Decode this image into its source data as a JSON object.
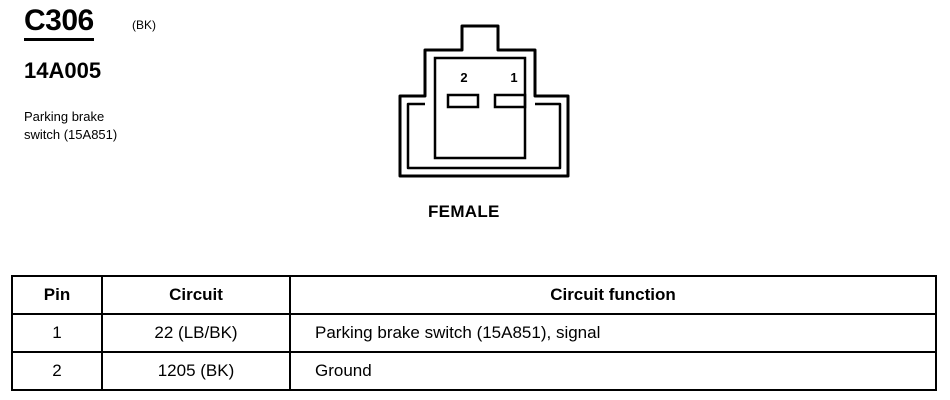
{
  "connector": {
    "id": "C306",
    "color": "(BK)",
    "part_number": "14A005",
    "description": "Parking brake\nswitch (15A851)",
    "gender": "FEMALE",
    "cavity_labels": [
      "2",
      "1"
    ]
  },
  "table": {
    "headers": [
      "Pin",
      "Circuit",
      "Circuit function"
    ],
    "rows": [
      {
        "pin": "1",
        "circuit": "22 (LB/BK)",
        "function": "Parking brake switch (15A851), signal"
      },
      {
        "pin": "2",
        "circuit": "1205 (BK)",
        "function": "Ground"
      }
    ]
  }
}
